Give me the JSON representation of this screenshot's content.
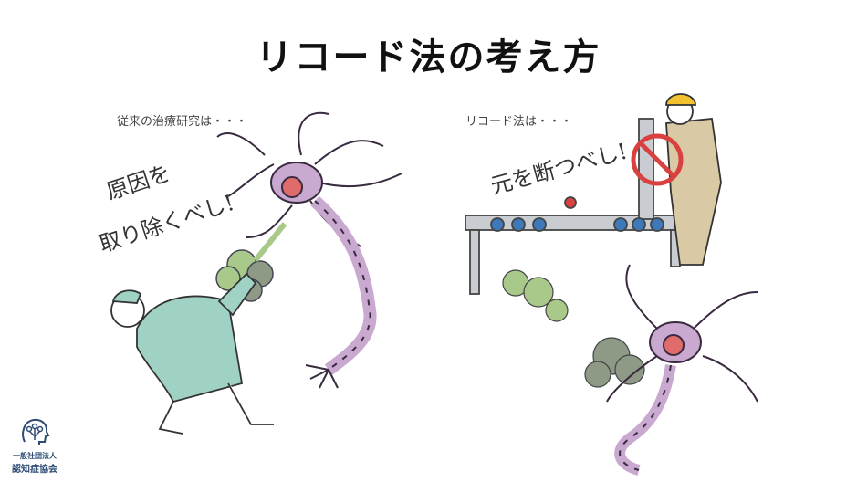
{
  "title": "リコード法の考え方",
  "left": {
    "caption": "従来の治療研究は・・・",
    "handwritten_line1": "原因を",
    "handwritten_line2": "取り除くべし!"
  },
  "right": {
    "caption": "リコード法は・・・",
    "handwritten": "元を断つべし!"
  },
  "logo": {
    "line1": "一般社団法人",
    "line2": "認知症協会"
  },
  "colors": {
    "neuron": "#c9a9cf",
    "neuron_dark": "#6b4b73",
    "gown": "#9fd2c4",
    "toxin": "#a9c98a",
    "smoke": "#8e9a86",
    "pipe": "#c9ccd1",
    "valve_blue": "#3d78b8",
    "worker": "#d9c9a4",
    "stop_red": "#d94040",
    "logo_blue": "#2c4a73"
  }
}
